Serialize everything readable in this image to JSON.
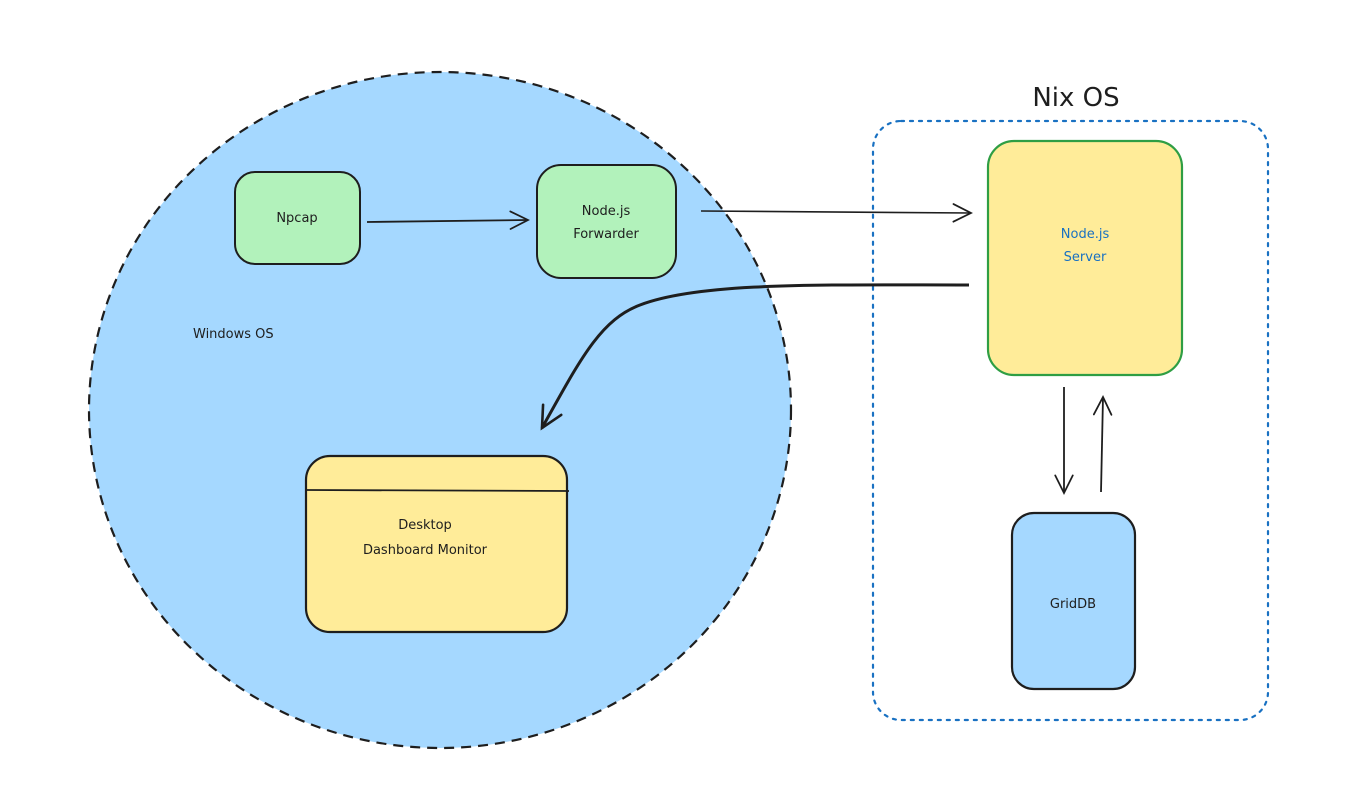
{
  "colors": {
    "windows_fill": "#a5d8ff",
    "green_node": "#b2f2bb",
    "yellow_node": "#ffec99",
    "blue_node": "#a5d8ff",
    "stroke": "#1e1e1e",
    "nix_border": "#1971c2",
    "server_border": "#2f9e44",
    "server_text": "#1971c2"
  },
  "zones": {
    "windows": {
      "label": "Windows OS"
    },
    "nix": {
      "label": "Nix OS"
    }
  },
  "nodes": {
    "npcap": {
      "lines": [
        "Npcap"
      ]
    },
    "forwarder": {
      "lines": [
        "Node.js",
        "Forwarder"
      ]
    },
    "server": {
      "lines": [
        "Node.js",
        "Server"
      ]
    },
    "dashboard": {
      "lines": [
        "Desktop",
        "Dashboard Monitor"
      ]
    },
    "griddb": {
      "lines": [
        "GridDB"
      ]
    }
  },
  "edges": [
    {
      "from": "Npcap",
      "to": "Node.js Forwarder"
    },
    {
      "from": "Node.js Forwarder",
      "to": "Node.js Server"
    },
    {
      "from": "Node.js Server",
      "to": "Desktop Dashboard Monitor"
    },
    {
      "from": "Node.js Server",
      "to": "GridDB"
    },
    {
      "from": "GridDB",
      "to": "Node.js Server"
    }
  ]
}
